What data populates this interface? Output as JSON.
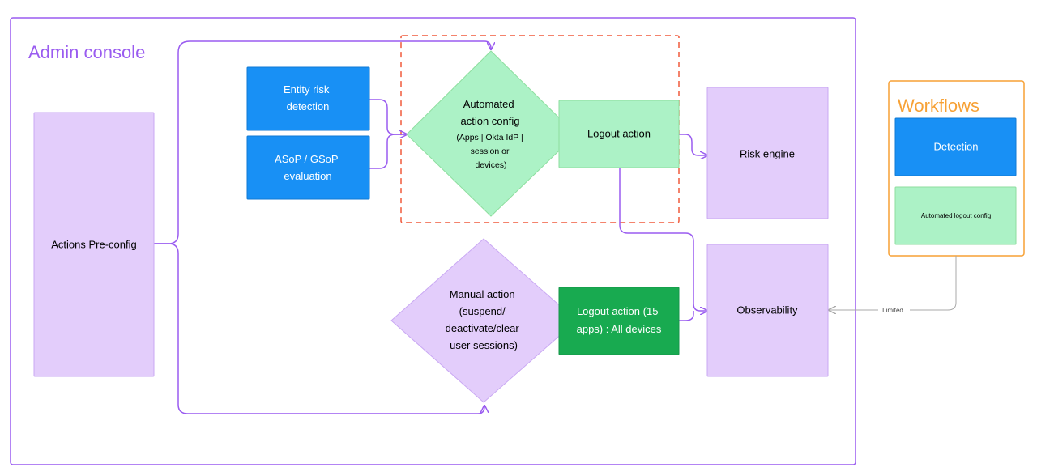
{
  "panels": {
    "admin_console": {
      "title": "Admin console"
    },
    "workflows": {
      "title": "Workflows"
    }
  },
  "nodes": {
    "actions_preconfig": "Actions Pre-config",
    "entity_risk_detection": [
      "Entity risk",
      "detection"
    ],
    "asop_gsop_evaluation": [
      "ASoP / GSoP",
      "evaluation"
    ],
    "automated_action_config": {
      "title": [
        "Automated",
        "action config"
      ],
      "detail": [
        "(Apps | Okta IdP |",
        "session or",
        "devices)"
      ]
    },
    "logout_action": "Logout action",
    "risk_engine": "Risk engine",
    "manual_action": [
      "Manual action",
      "(suspend/",
      "deactivate/clear",
      "user sessions)"
    ],
    "logout_action_15_apps": [
      "Logout action (15",
      "apps) : All devices"
    ],
    "observability": "Observability",
    "detection": "Detection",
    "automated_logout_config": "Automated logout config"
  },
  "edges": {
    "limited_label": "Limited"
  },
  "colors": {
    "admin_border": "#9a5cf0",
    "admin_title": "#9a5cf0",
    "workflows_border": "#f7a135",
    "workflows_title": "#f7a135",
    "blue_node": "#1890f5",
    "lavender_node": "#e3cdfb",
    "lavender_border": "#c9a8f3",
    "light_green_node": "#acf2c6",
    "light_green_border": "#8ede9f",
    "dark_green_node": "#18aa50",
    "connector": "#9a5cf0",
    "dashed_border": "#f05a3c",
    "gray_connector": "#a8a8a8"
  }
}
